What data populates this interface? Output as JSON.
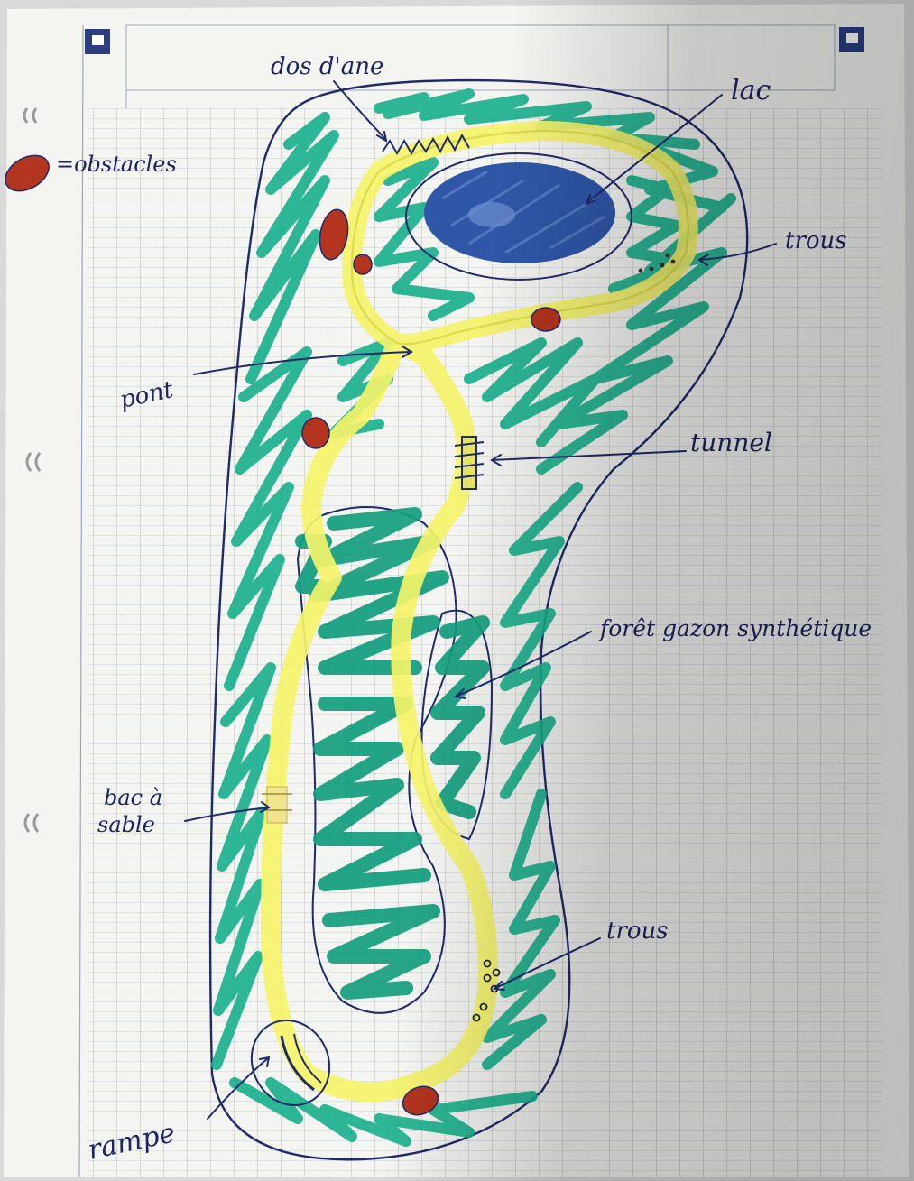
{
  "labels": {
    "legend_obstacles": "=obstacles",
    "dos_d_ane": "dos d'ane",
    "lac": "lac",
    "trous_top": "trous",
    "pont": "pont",
    "tunnel": "tunnel",
    "foret": "forêt gazon synthétique",
    "bac_a_line1": "bac à",
    "bac_a_line2": "sable",
    "trous_bottom": "trous",
    "rampe": "rampe"
  },
  "colors": {
    "paper": "#f4f4f1",
    "grid": "#b7c3d6",
    "ink": "#1f2a6b",
    "grass": "#17b08c",
    "track": "#f4f36a",
    "lake": "#2f57a8",
    "obstacle": "#b3341f"
  }
}
